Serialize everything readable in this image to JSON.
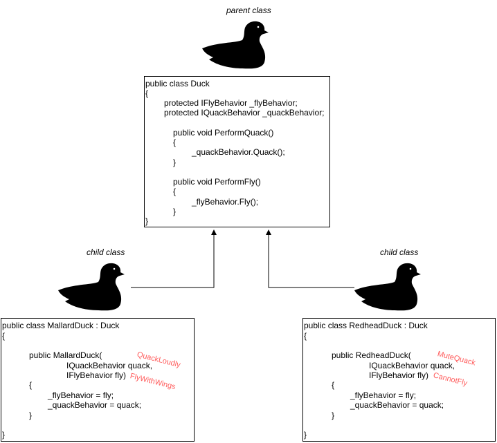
{
  "labels": {
    "parent_caption": "parent class",
    "child_caption_left": "child class",
    "child_caption_right": "child class"
  },
  "parent_box": {
    "lines": [
      "public class Duck",
      "{",
      "protected IFlyBehavior _flyBehavior;",
      "protected IQuackBehavior _quackBehavior;",
      "public void PerformQuack()",
      "{",
      "_quackBehavior.Quack();",
      "}",
      "public void PerformFly()",
      "{",
      "_flyBehavior.Fly();",
      "}",
      "}"
    ]
  },
  "mallard_box": {
    "lines": [
      "public class MallardDuck : Duck",
      "{",
      "public MallardDuck(",
      "IQuackBehavior quack,",
      "IFlyBehavior fly)",
      "{",
      "_flyBehavior = fly;",
      "_quackBehavior = quack;",
      "}",
      "}"
    ],
    "notes": [
      "QuackLoudly",
      "FlyWithWings"
    ]
  },
  "redhead_box": {
    "lines": [
      "public class RedheadDuck : Duck",
      "{",
      "public RedheadDuck(",
      "IQuackBehavior quack,",
      "IFlyBehavior fly)",
      "{",
      "_flyBehavior = fly;",
      "_quackBehavior = quack;",
      "}",
      "}"
    ],
    "notes": [
      "MuteQuack",
      "CannotFly"
    ]
  },
  "icons": [
    "duck-icon"
  ],
  "colors": {
    "annotation": "#ff5b5b",
    "stroke": "#000000"
  }
}
